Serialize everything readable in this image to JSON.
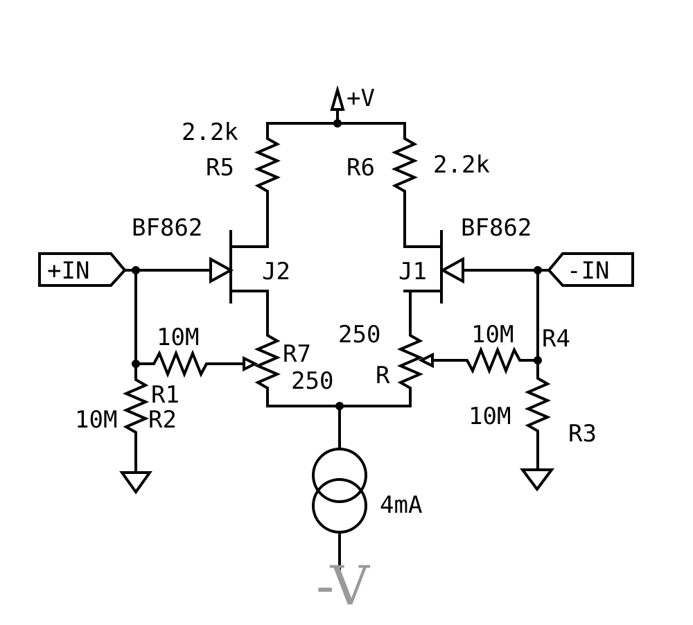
{
  "colors": {
    "wire": "#000000",
    "supply_minus": "#999999",
    "background": "#ffffff"
  },
  "supply": {
    "positive": "+V",
    "negative": "-V"
  },
  "ports": {
    "plus_in": "+IN",
    "minus_in": "-IN"
  },
  "transistors": {
    "j2": {
      "ref": "J2",
      "model": "BF862"
    },
    "j1": {
      "ref": "J1",
      "model": "BF862"
    }
  },
  "resistors": {
    "r5": {
      "ref": "R5",
      "value": "2.2k"
    },
    "r6": {
      "ref": "R6",
      "value": "2.2k"
    },
    "r7": {
      "ref": "R7",
      "value": "250"
    },
    "r": {
      "ref": "R",
      "value": "250"
    },
    "r1": {
      "ref": "R1",
      "value": "10M"
    },
    "r2": {
      "ref": "R2",
      "value": "10M"
    },
    "r3": {
      "ref": "R3",
      "value": "10M"
    },
    "r4": {
      "ref": "R4",
      "value": "10M"
    }
  },
  "current_source": {
    "value": "4mA"
  }
}
